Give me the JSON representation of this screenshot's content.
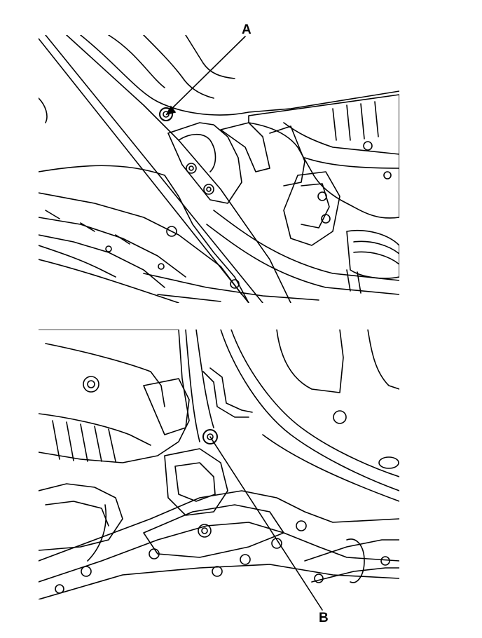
{
  "callouts": {
    "a": {
      "label": "A",
      "color": "#000000"
    },
    "b": {
      "label": "B",
      "color": "#000000"
    }
  },
  "drawing": {
    "stroke_color": "#000000",
    "background": "#ffffff",
    "panels": [
      {
        "id": "top",
        "callout": "A"
      },
      {
        "id": "bottom",
        "callout": "B"
      }
    ]
  }
}
